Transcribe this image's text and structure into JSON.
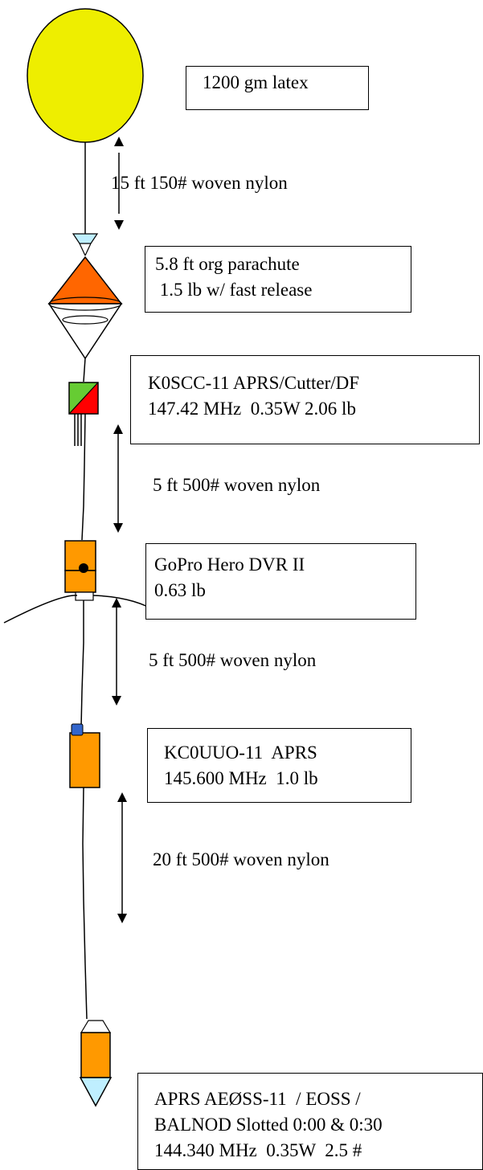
{
  "balloon": {
    "label": "1200 gm latex"
  },
  "segments": [
    {
      "label": "15 ft 150# woven nylon"
    },
    {
      "label": "5 ft 500# woven nylon"
    },
    {
      "label": "5 ft 500# woven nylon"
    },
    {
      "label": "20 ft 500# woven nylon"
    }
  ],
  "parachute": {
    "lines": [
      "5.8 ft org parachute",
      " 1.5 lb w/ fast release"
    ]
  },
  "cutter": {
    "lines": [
      "K0SCC-11 APRS/Cutter/DF",
      "147.42 MHz  0.35W 2.06 lb"
    ]
  },
  "camera": {
    "lines": [
      "GoPro Hero DVR II",
      "0.63 lb"
    ]
  },
  "tracker": {
    "lines": [
      "KC0UUO-11  APRS",
      "145.600 MHz  1.0 lb"
    ]
  },
  "payload": {
    "lines": [
      "APRS AEØSS-11  / EOSS /",
      "BALNOD Slotted 0:00 & 0:30",
      "144.340 MHz  0.35W  2.5 #"
    ]
  },
  "colors": {
    "balloon": "#eeee00",
    "parachute": "#ff6600",
    "package": "#ff9900",
    "light_blue": "#bfefff",
    "green": "#66cc33",
    "red": "#ff0000",
    "blue_tag": "#3366cc"
  }
}
